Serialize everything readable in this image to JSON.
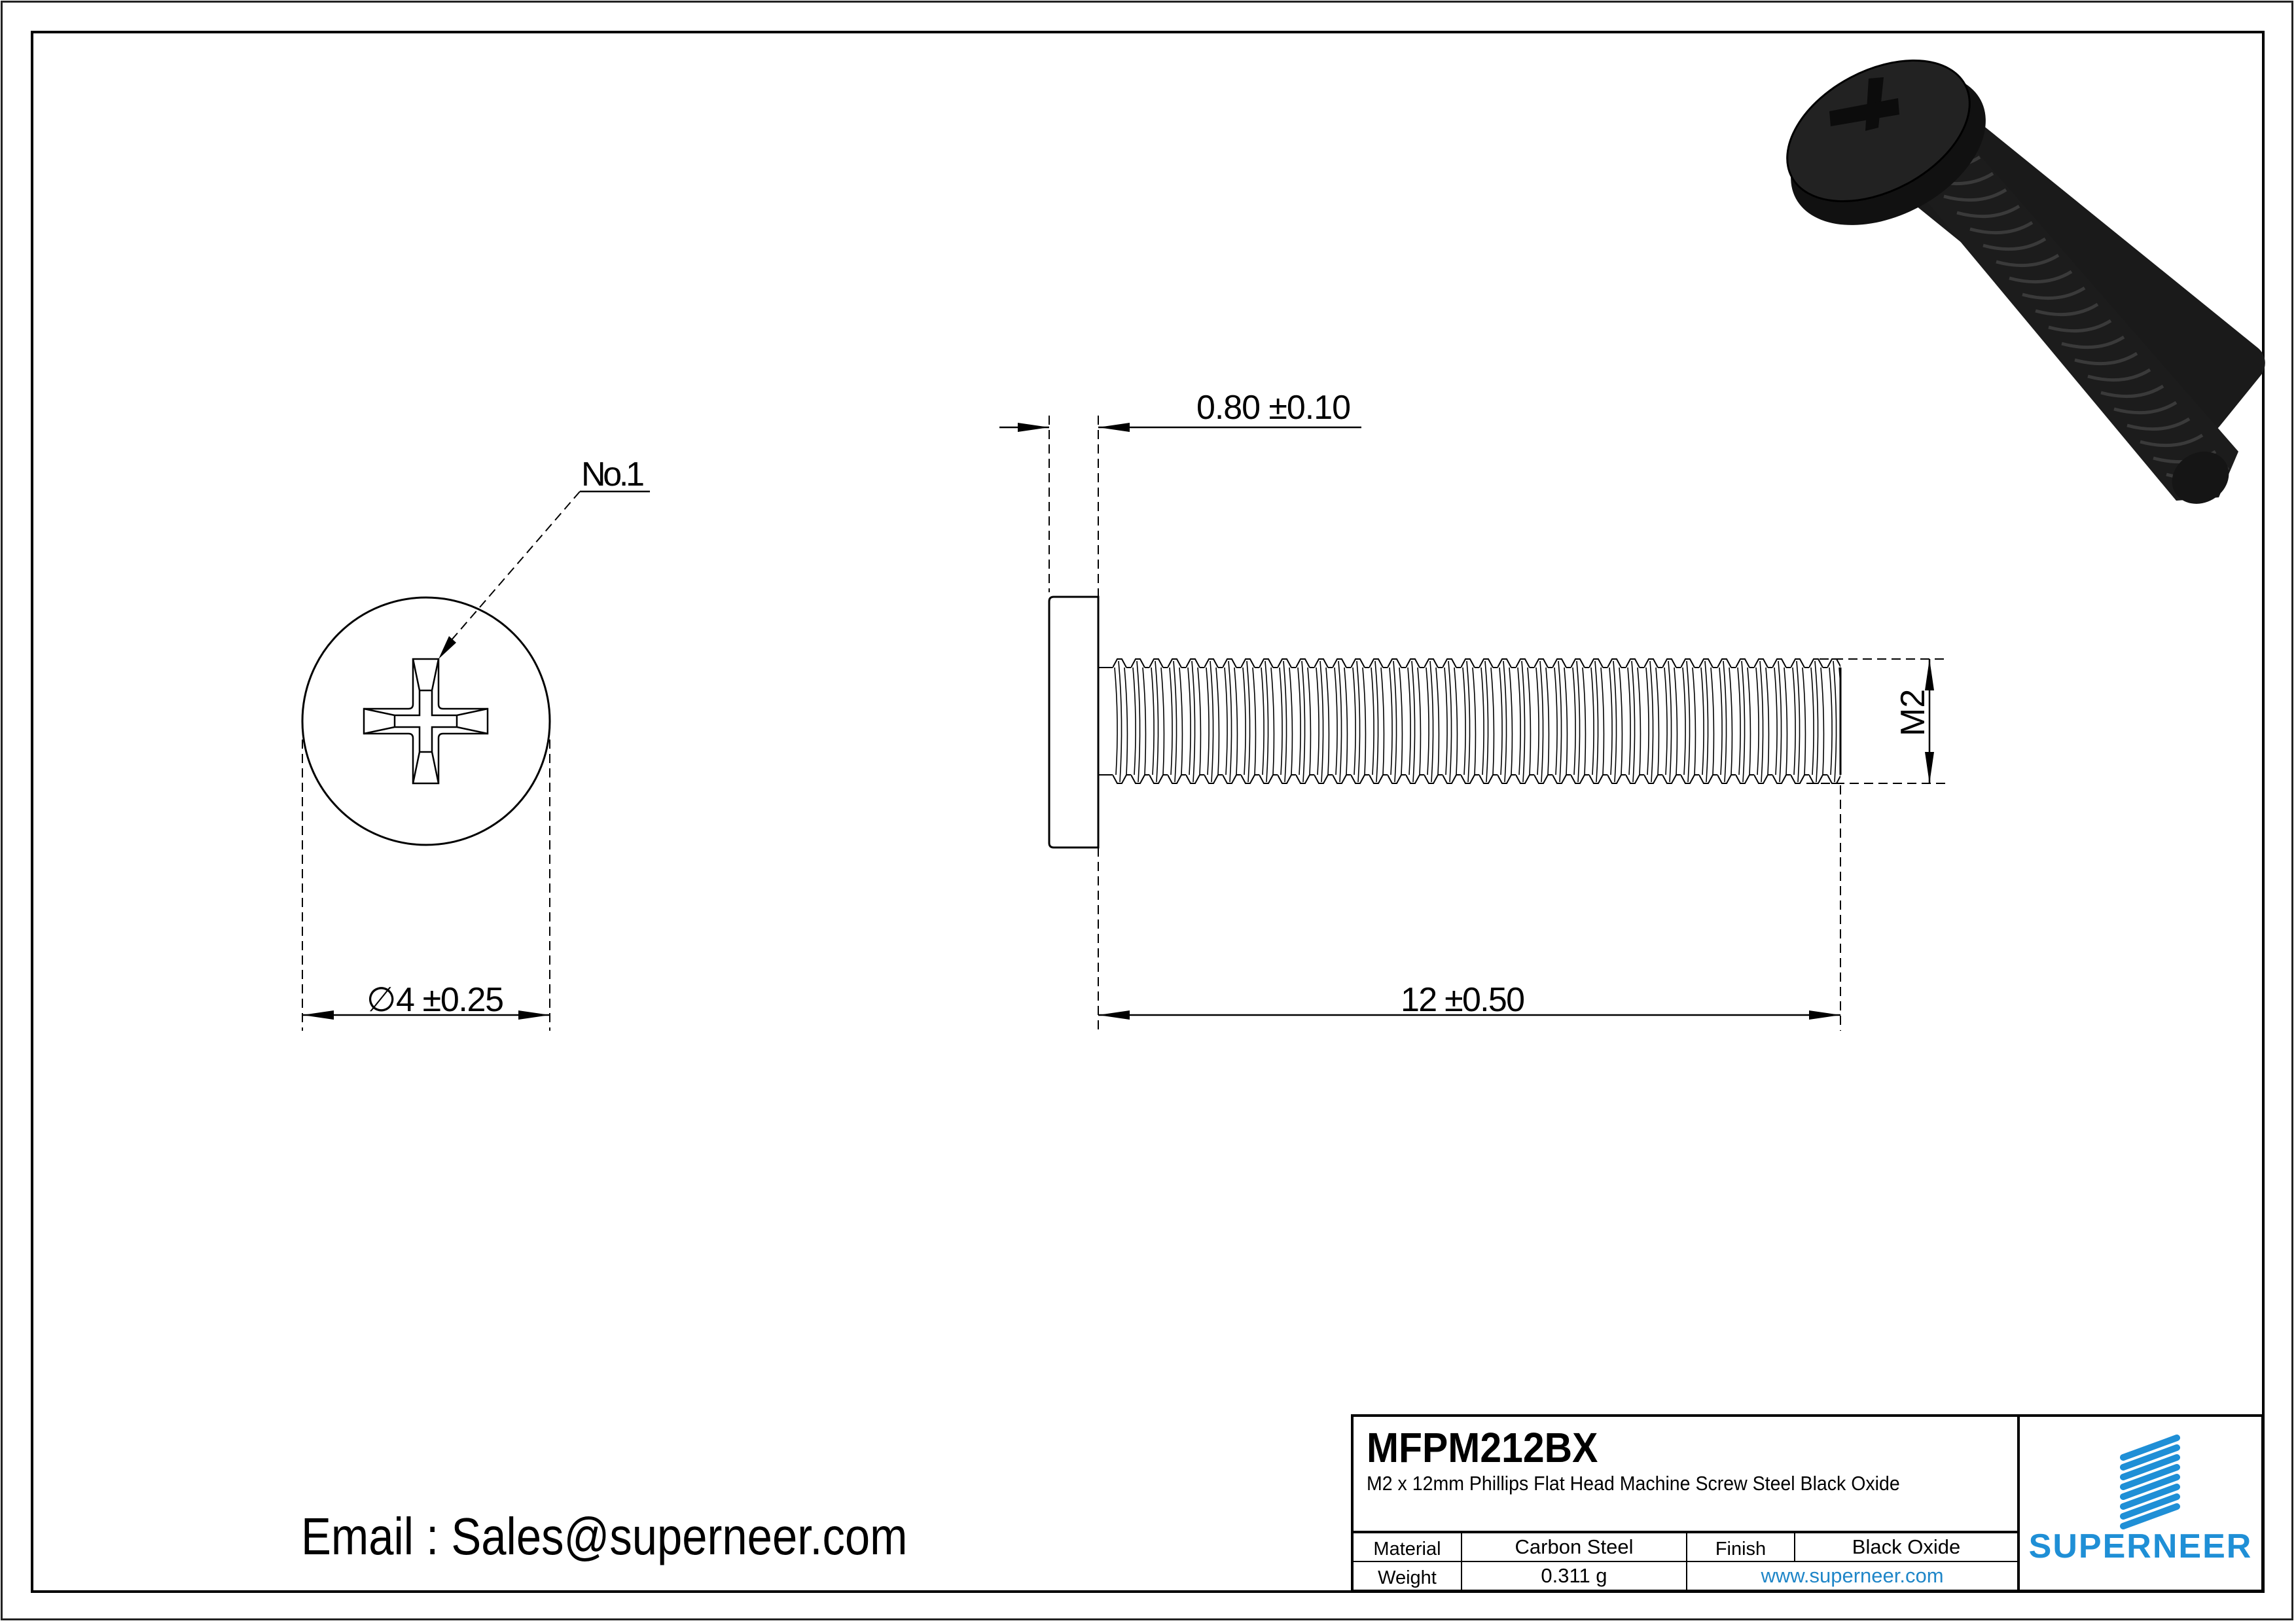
{
  "drawing": {
    "front_view": {
      "callout_label": "No.1",
      "diameter_symbol": "∅",
      "diameter_dimension": "4 ±0.25"
    },
    "side_view": {
      "head_height_dimension": "0.80 ±0.10",
      "length_dimension": "12 ±0.50",
      "thread_size_label": "M2"
    },
    "iso_view": {
      "description": "3D render of black oxide Phillips flat head screw"
    }
  },
  "contact": {
    "email_line": "Email : Sales@superneer.com"
  },
  "title_block": {
    "part_number": "MFPM212BX",
    "description": "M2 x 12mm Phillips Flat Head Machine Screw Steel Black Oxide",
    "material_label": "Material",
    "material_value": "Carbon Steel",
    "finish_label": "Finish",
    "finish_value": "Black Oxide",
    "weight_label": "Weight",
    "weight_value": "0.311 g",
    "website": "www.superneer.com",
    "brand_name": "SUPERNEER",
    "brand_color": "#1f8fd6",
    "link_color": "#1f86c8"
  }
}
